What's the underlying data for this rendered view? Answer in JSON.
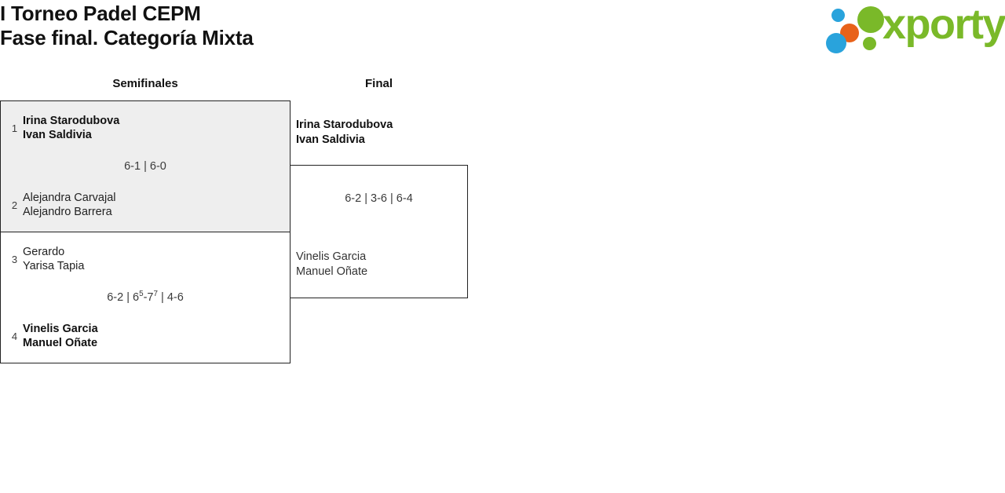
{
  "header": {
    "title_line1": "I Torneo Padel CEPM",
    "title_line2": "Fase final. Categoría Mixta",
    "logo_wordmark": "xporty"
  },
  "rounds": [
    {
      "id": "semifinals",
      "label": "Semifinales"
    },
    {
      "id": "final",
      "label": "Final"
    }
  ],
  "bracket": {
    "semifinals": [
      {
        "highlighted": true,
        "top": {
          "seed": "1",
          "player1": "Irina Starodubova",
          "player2": "Ivan Saldivia",
          "winner": true
        },
        "bottom": {
          "seed": "2",
          "player1": "Alejandra Carvajal",
          "player2": "Alejandro Barrera",
          "winner": false
        },
        "score": {
          "set1": "6-1",
          "sep1": " | ",
          "set2": "6-0"
        },
        "score_text": "6-1 | 6-0"
      },
      {
        "highlighted": false,
        "top": {
          "seed": "3",
          "player1": "Gerardo",
          "player2": "Yarisa Tapia",
          "winner": false
        },
        "bottom": {
          "seed": "4",
          "player1": "Vinelis Garcia",
          "player2": "Manuel Oñate",
          "winner": true
        },
        "score": {
          "set1": "6-2",
          "sep1": " | ",
          "set2_a": "6",
          "set2_a_tb": "5",
          "set2_dash": "-",
          "set2_b": "7",
          "set2_b_tb": "7",
          "sep2": " | ",
          "set3": "4-6"
        },
        "score_text": "6-2 | 6(5)-7(7) | 4-6"
      }
    ],
    "final": {
      "winner": {
        "player1": "Irina Starodubova",
        "player2": "Ivan Saldivia"
      },
      "runnerup": {
        "player1": "Vinelis Garcia",
        "player2": "Manuel Oñate"
      },
      "score_text": "6-2 | 3-6 | 6-4"
    }
  },
  "colors": {
    "brand_green": "#7ab929",
    "brand_blue": "#29a3dc",
    "brand_orange": "#e8621a",
    "highlight_bg": "#eeeeee",
    "border": "#222222"
  }
}
